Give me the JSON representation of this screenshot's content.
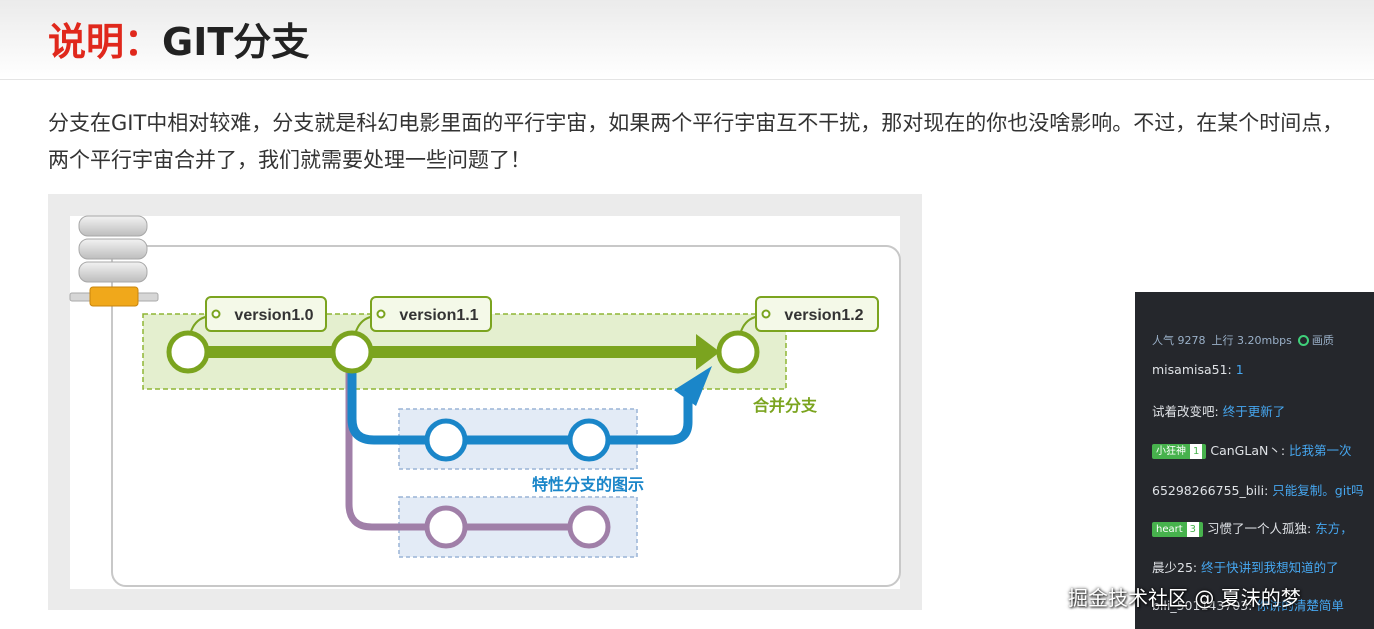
{
  "heading": {
    "prefix": "说明：",
    "title": "GIT分支"
  },
  "intro": "分支在GIT中相对较难，分支就是科幻电影里面的平行宇宙，如果两个平行宇宙互不干扰，那对现在的你也没啥影响。不过，在某个时间点，两个平行宇宙合并了，我们就需要处理一些问题了！",
  "diagram": {
    "tags": [
      "version1.0",
      "version1.1",
      "version1.2"
    ],
    "merge_label": "合并分支",
    "feature_label": "特性分支的图示",
    "colors": {
      "master": "#7ba41f",
      "feature": "#1a86c9",
      "other": "#a07fa8",
      "server": "#f0a81b"
    }
  },
  "chat": {
    "stats": {
      "popularity": "人气 9278",
      "upload": "上行 3.20mbps",
      "live": "画质"
    },
    "lines": [
      {
        "user": "misamisa51: ",
        "msg": "1"
      },
      {
        "user": "试着改变吧: ",
        "msg": "终于更新了"
      },
      {
        "badge": "小狂神",
        "level": "1",
        "user": "CanGLaN丶: ",
        "msg": "比我第一次"
      },
      {
        "user": "65298266755_bili: ",
        "msg": "只能复制。git吗"
      },
      {
        "badge": "heart",
        "level": "3",
        "user": "习惯了一个人孤独: ",
        "msg": "东方，"
      },
      {
        "user": "晨少25: ",
        "msg": "终于快讲到我想知道的了"
      },
      {
        "user": "bili_501143703: ",
        "msg": "你讲的清楚简单"
      }
    ]
  },
  "watermark": "掘金技术社区 @ 夏沫的梦"
}
